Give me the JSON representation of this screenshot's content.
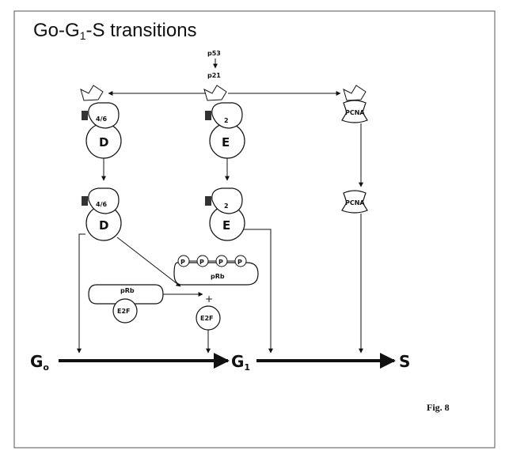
{
  "title_main": "Go-G",
  "title_sub": "1",
  "title_end": "-S transitions",
  "regulators": {
    "p53": "p53",
    "p21": "p21"
  },
  "complexes": {
    "d_cdk": "4/6",
    "d_cyclin": "D",
    "e_cdk": "2",
    "e_cyclin": "E",
    "pcna": "PCNA"
  },
  "prb": {
    "label": "pRb",
    "phospho": [
      "P",
      "P",
      "P",
      "P"
    ]
  },
  "e2f": "E2F",
  "plus": "+",
  "phases": {
    "g0": "G",
    "g0_sub": "o",
    "g1": "G",
    "g1_sub": "1",
    "s": "S"
  },
  "figure_label": "Fig. 8"
}
